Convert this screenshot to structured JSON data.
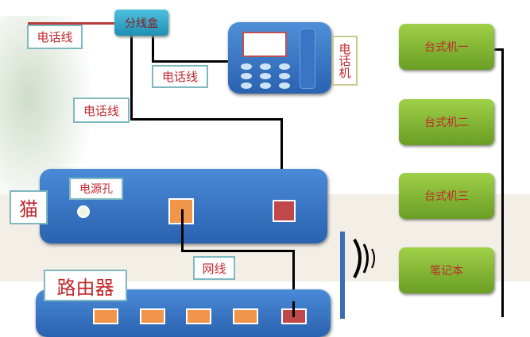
{
  "labels": {
    "phone_line_1": "电话线",
    "phone_line_2": "电话线",
    "phone_line_3": "电话线",
    "splitter": "分线盒",
    "telephone": "电话机",
    "modem": "猫",
    "power_port": "电源孔",
    "network_cable": "网线",
    "router": "路由器"
  },
  "devices": [
    "台式机一",
    "台式机二",
    "台式机三",
    "笔记本"
  ],
  "colors": {
    "device_blue": "#2f6bbf",
    "port_orange": "#f0954a",
    "port_red": "#c0484a",
    "device_green": "#8cc23a",
    "label_red": "#c0282c"
  }
}
